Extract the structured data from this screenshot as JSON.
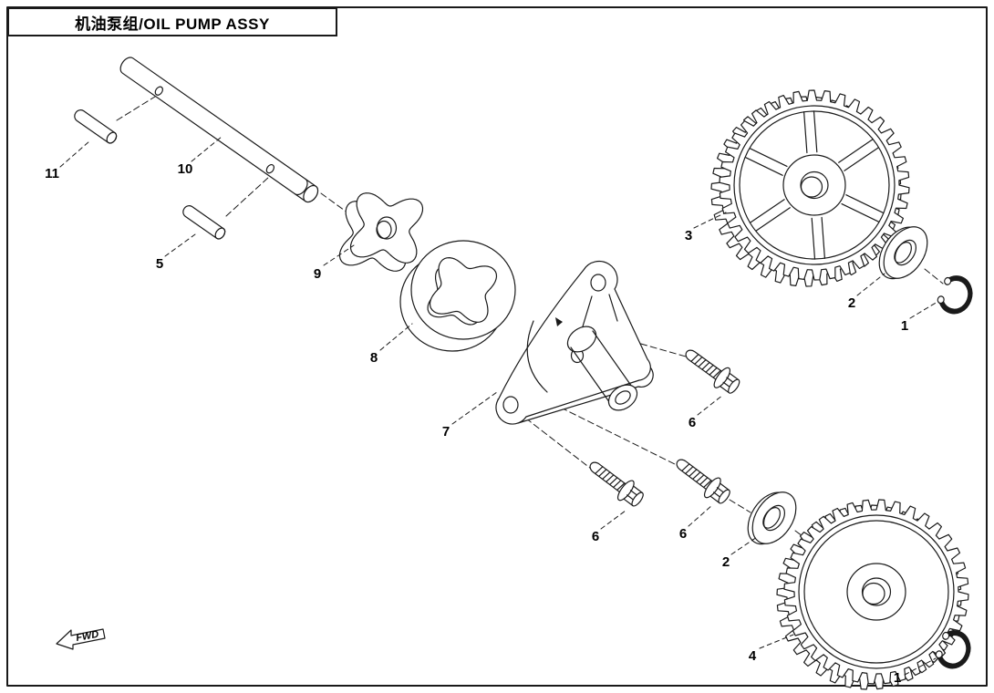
{
  "title": "机油泵组/OIL PUMP ASSY",
  "direction_marker": "FWD",
  "callouts": [
    {
      "label": "11"
    },
    {
      "label": "10"
    },
    {
      "label": "5"
    },
    {
      "label": "9"
    },
    {
      "label": "8"
    },
    {
      "label": "7"
    },
    {
      "label": "6"
    },
    {
      "label": "6"
    },
    {
      "label": "6"
    },
    {
      "label": "2"
    },
    {
      "label": "2"
    },
    {
      "label": "1"
    },
    {
      "label": "1"
    },
    {
      "label": "3"
    },
    {
      "label": "4"
    }
  ],
  "line_color": "#1a1a1a",
  "background": "#ffffff"
}
